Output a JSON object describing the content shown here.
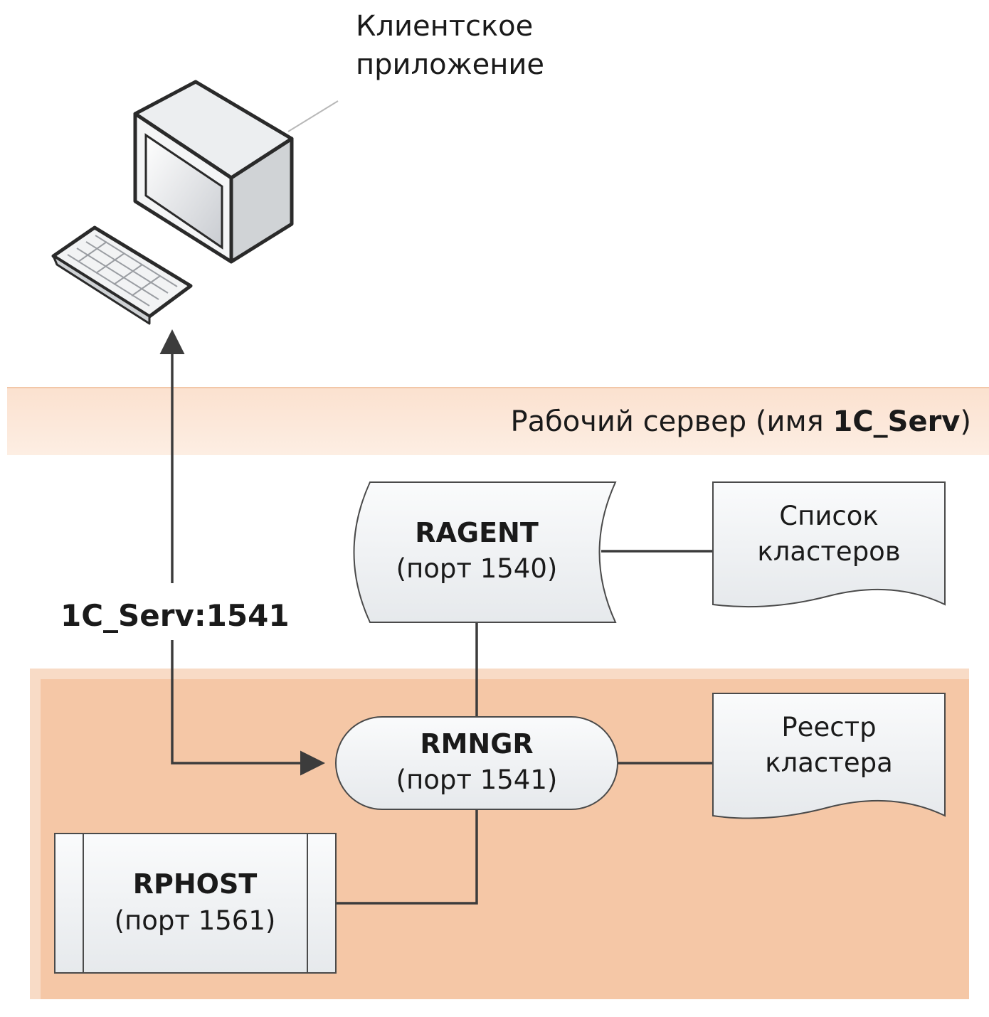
{
  "client": {
    "label_line1": "Клиентское",
    "label_line2": "приложение",
    "icon": "computer-workstation-icon"
  },
  "server": {
    "title_prefix": "Рабочий сервер (имя ",
    "title_name": "1C_Serv",
    "title_suffix": ")"
  },
  "nodes": {
    "ragent": {
      "name": "RAGENT",
      "port": "(порт 1540)"
    },
    "rmngr": {
      "name": "RMNGR",
      "port": "(порт 1541)"
    },
    "rphost": {
      "name": "RPHOST",
      "port": "(порт 1561)"
    }
  },
  "documents": {
    "cluster_list": {
      "line1": "Список",
      "line2": "кластеров"
    },
    "cluster_registry": {
      "line1": "Реестр",
      "line2": "кластера"
    }
  },
  "connection_label": "1C_Serv:1541",
  "colors": {
    "server_band": "#fbe3d2",
    "cluster_area": "#f5c7a6",
    "shape_fill": "#f0f2f4",
    "line": "#3c3c3c"
  }
}
